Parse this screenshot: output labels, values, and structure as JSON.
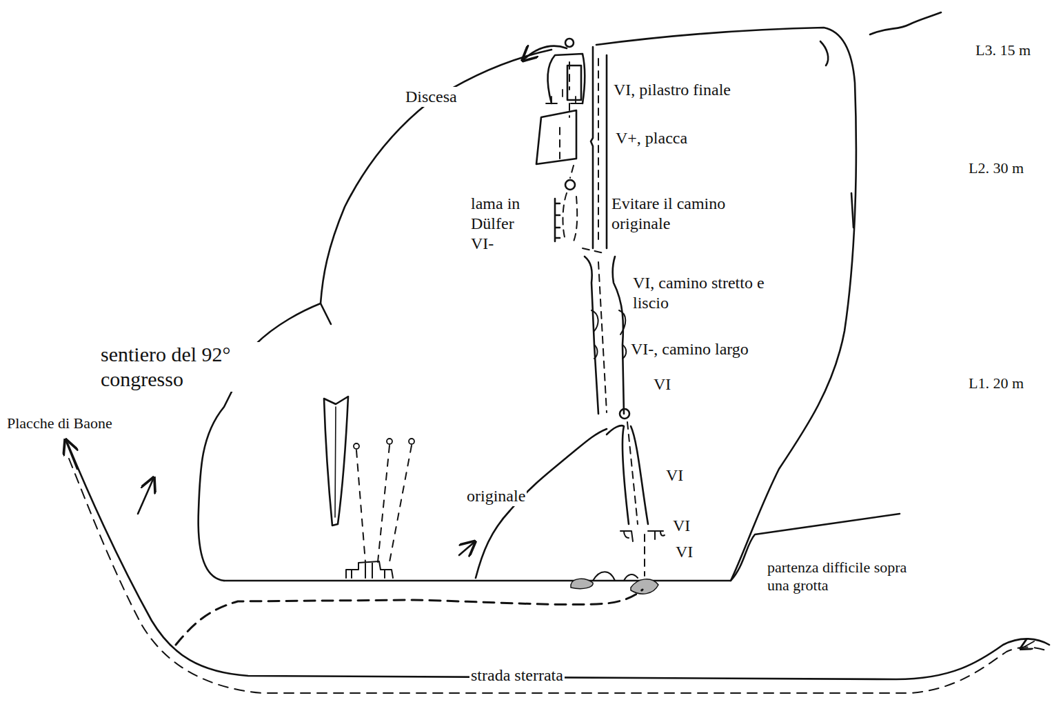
{
  "diagram": {
    "labels": [
      "L3. 15 m",
      "VI, pilastro finale",
      "Discesa",
      "V+, placca",
      "L2. 30 m",
      "lama in Dülfer VI-",
      "Evitare il camino originale",
      "VI, camino stretto e liscio",
      "VI-, camino largo",
      "VI",
      "L1. 20 m",
      "sentiero del 92° congresso",
      "Placche di Baone",
      "originale",
      "VI",
      "VI",
      "VI",
      "partenza difficile sopra una grotta",
      "strada sterrata"
    ]
  }
}
